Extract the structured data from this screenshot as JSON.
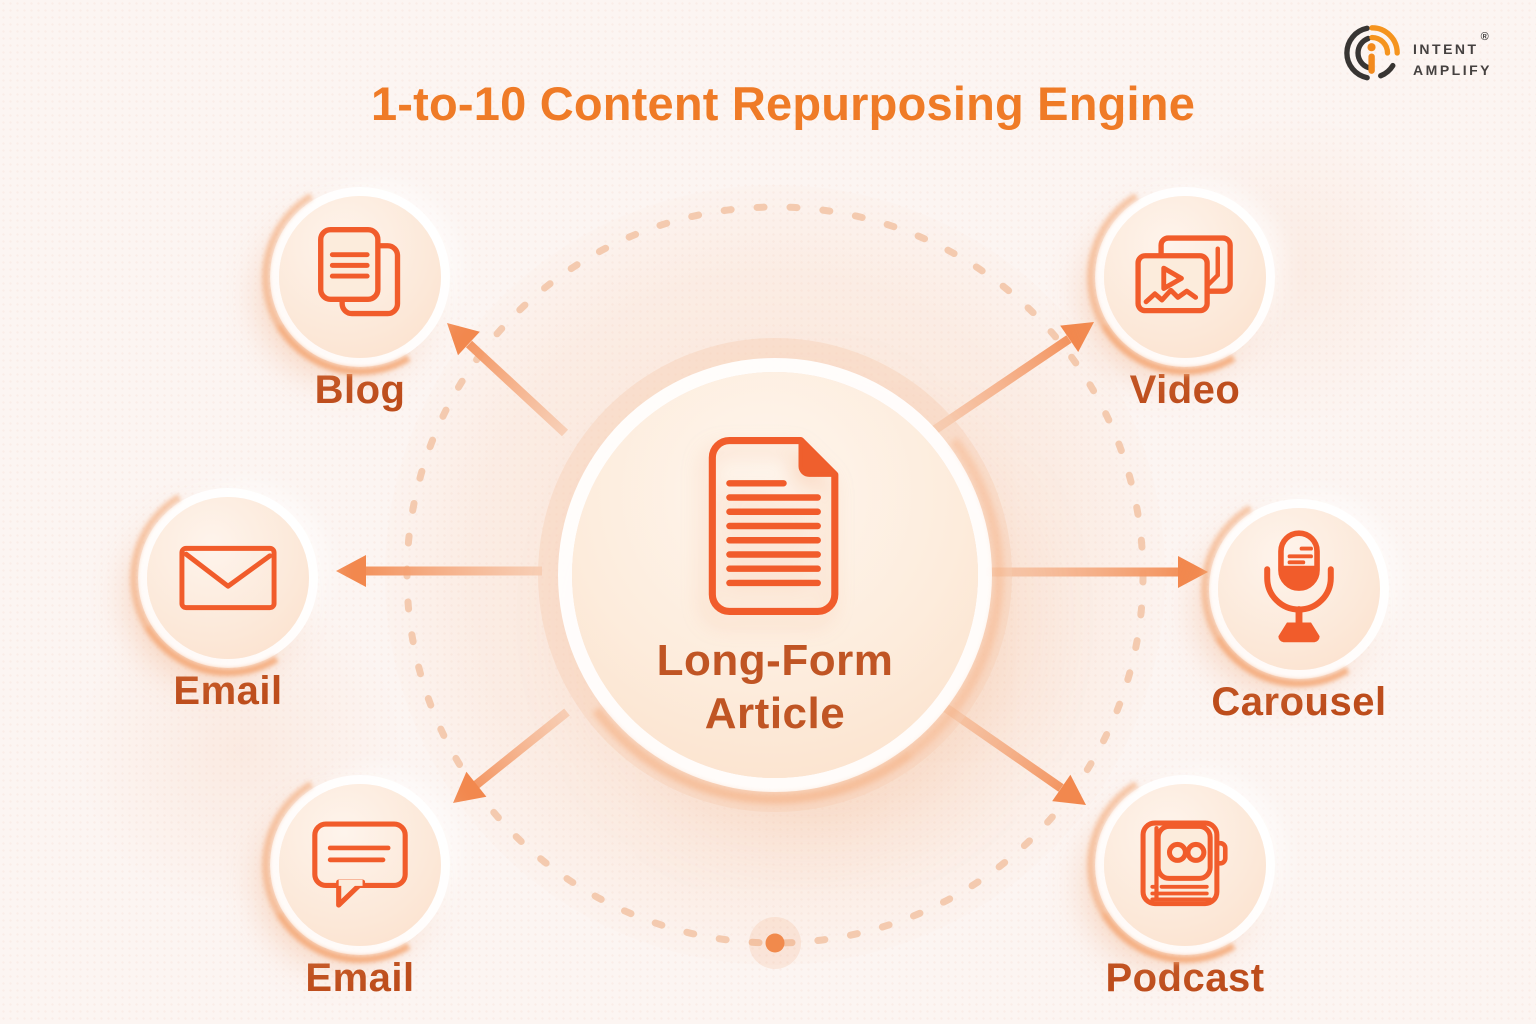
{
  "title": "1-to-10 Content Repurposing Engine",
  "logo": {
    "icon": "signal-target-icon",
    "name_line1": "Intent",
    "name_line2": "Amplify",
    "registered_mark": "®"
  },
  "center_node": {
    "icon": "document-icon",
    "label_line1": "Long-Form",
    "label_line2": "Article"
  },
  "nodes": [
    {
      "position": "top-left",
      "label": "Blog",
      "icon": "stacked-pages-icon"
    },
    {
      "position": "top-right",
      "label": "Video",
      "icon": "video-frames-icon"
    },
    {
      "position": "middle-left",
      "label": "Email",
      "icon": "envelope-icon"
    },
    {
      "position": "middle-right",
      "label": "Carousel",
      "icon": "microphone-icon"
    },
    {
      "position": "bottom-left",
      "label": "Email",
      "icon": "chat-bubble-icon"
    },
    {
      "position": "bottom-right",
      "label": "Podcast",
      "icon": "podcast-player-icon"
    }
  ],
  "colors": {
    "background": "#fcf5f2",
    "title": "#ef7b27",
    "node_label": "#bd4d1c",
    "icon_stroke": "#f15c2b",
    "arrow_head": "#f2884e",
    "arrow_tail": "#f7cbb0",
    "dotted_ring": "#f1c0a0",
    "logo_text": "#454140",
    "logo_orange": "#f5941e",
    "logo_dark": "#383533"
  }
}
